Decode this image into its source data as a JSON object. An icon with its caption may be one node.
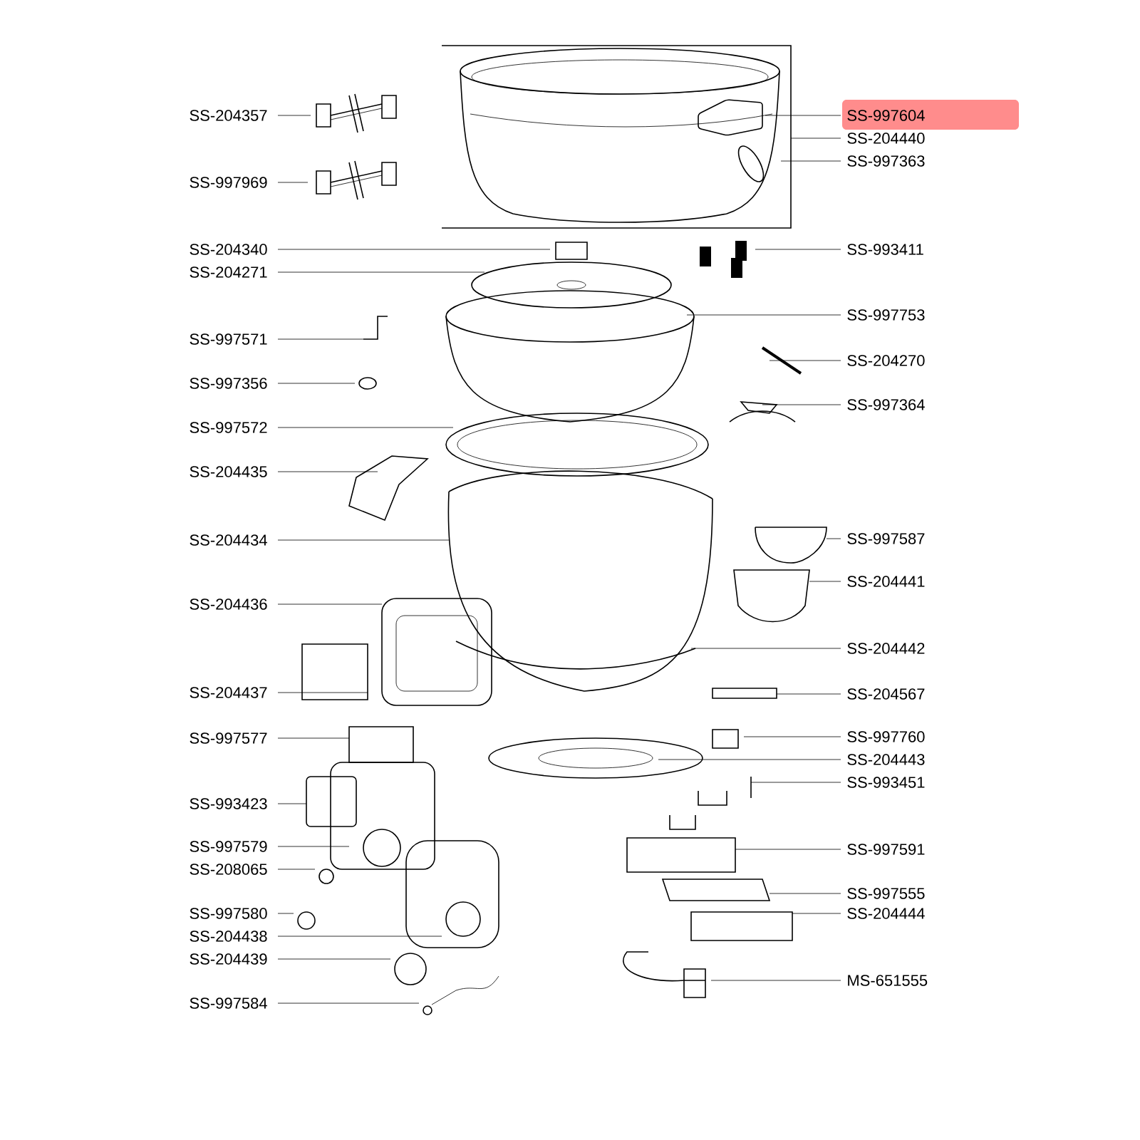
{
  "diagram": {
    "nodes": [
      {
        "text": [
          "SS-204357"
        ]
      },
      {
        "text": [
          "SS-997969"
        ]
      },
      {
        "text": [
          "SS-204340"
        ]
      },
      {
        "text": [
          "SS-204271"
        ]
      },
      {
        "text": [
          "SS-997571"
        ]
      },
      {
        "text": [
          "SS-997356"
        ]
      },
      {
        "text": [
          "SS-997572"
        ]
      },
      {
        "text": [
          "SS-204435"
        ]
      },
      {
        "text": [
          "SS-204434"
        ]
      },
      {
        "text": [
          "SS-204436"
        ]
      },
      {
        "text": [
          "SS-204437"
        ]
      },
      {
        "text": [
          "SS-997577"
        ]
      },
      {
        "text": [
          "SS-993423"
        ]
      },
      {
        "text": [
          "SS-997579"
        ]
      },
      {
        "text": [
          "SS-208065"
        ]
      },
      {
        "text": [
          "SS-997580"
        ]
      },
      {
        "text": [
          "SS-204438"
        ]
      },
      {
        "text": [
          "SS-204439"
        ]
      },
      {
        "text": [
          "SS-997584"
        ]
      },
      {
        "text": [
          "SS-997604"
        ]
      },
      {
        "text": [
          "SS-204440"
        ]
      },
      {
        "text": [
          "SS-997363"
        ]
      },
      {
        "text": [
          "SS-993411"
        ]
      },
      {
        "text": [
          "SS-997753"
        ]
      },
      {
        "text": [
          "SS-204270"
        ]
      },
      {
        "text": [
          "SS-997364"
        ]
      },
      {
        "text": [
          "SS-997587"
        ]
      },
      {
        "text": [
          "SS-204441"
        ]
      },
      {
        "text": [
          "SS-204442"
        ]
      },
      {
        "text": [
          "SS-204567"
        ]
      },
      {
        "text": [
          "SS-997760"
        ]
      },
      {
        "text": [
          "SS-204443"
        ]
      },
      {
        "text": [
          "SS-993451"
        ]
      },
      {
        "text": [
          "SS-997591"
        ]
      },
      {
        "text": [
          "SS-997555"
        ]
      },
      {
        "text": [
          "SS-204444"
        ]
      },
      {
        "text": [
          "MS-651555"
        ]
      }
    ],
    "edges": [
      {
        "from": 0,
        "to": null,
        "arrow": "none"
      },
      {
        "from": 1,
        "to": null,
        "arrow": "none"
      },
      {
        "from": 2,
        "to": null,
        "arrow": "none"
      },
      {
        "from": 3,
        "to": null,
        "arrow": "none"
      },
      {
        "from": 4,
        "to": null,
        "arrow": "none"
      },
      {
        "from": 5,
        "to": null,
        "arrow": "none"
      },
      {
        "from": 6,
        "to": null,
        "arrow": "none"
      },
      {
        "from": 7,
        "to": null,
        "arrow": "none"
      },
      {
        "from": 8,
        "to": null,
        "arrow": "none"
      },
      {
        "from": 9,
        "to": null,
        "arrow": "none"
      },
      {
        "from": 10,
        "to": null,
        "arrow": "none"
      },
      {
        "from": 11,
        "to": null,
        "arrow": "none"
      },
      {
        "from": 12,
        "to": null,
        "arrow": "none"
      },
      {
        "from": 13,
        "to": null,
        "arrow": "none"
      },
      {
        "from": 14,
        "to": null,
        "arrow": "none"
      },
      {
        "from": 15,
        "to": null,
        "arrow": "none"
      },
      {
        "from": 16,
        "to": null,
        "arrow": "none"
      },
      {
        "from": 17,
        "to": null,
        "arrow": "none"
      },
      {
        "from": 18,
        "to": null,
        "arrow": "none"
      },
      {
        "from": 19,
        "to": null,
        "arrow": "none"
      },
      {
        "from": 20,
        "to": null,
        "arrow": "none"
      },
      {
        "from": 21,
        "to": null,
        "arrow": "none"
      },
      {
        "from": 22,
        "to": null,
        "arrow": "none"
      },
      {
        "from": 23,
        "to": null,
        "arrow": "none"
      },
      {
        "from": 24,
        "to": null,
        "arrow": "none"
      },
      {
        "from": 25,
        "to": null,
        "arrow": "none"
      },
      {
        "from": 26,
        "to": null,
        "arrow": "none"
      },
      {
        "from": 27,
        "to": null,
        "arrow": "none"
      },
      {
        "from": 28,
        "to": null,
        "arrow": "none"
      },
      {
        "from": 29,
        "to": null,
        "arrow": "none"
      },
      {
        "from": 30,
        "to": null,
        "arrow": "none"
      },
      {
        "from": 31,
        "to": null,
        "arrow": "none"
      },
      {
        "from": 32,
        "to": null,
        "arrow": "none"
      },
      {
        "from": 33,
        "to": null,
        "arrow": "none"
      },
      {
        "from": 34,
        "to": null,
        "arrow": "none"
      },
      {
        "from": 35,
        "to": null,
        "arrow": "none"
      },
      {
        "from": 36,
        "to": null,
        "arrow": "none"
      }
    ]
  }
}
